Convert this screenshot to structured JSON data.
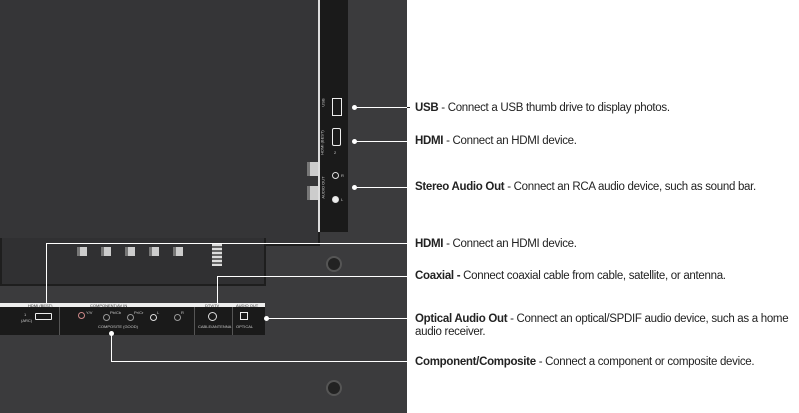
{
  "panel_side": {
    "usb": "USB",
    "hdmi": "HDMI (BEST)",
    "hdmi_num": "2",
    "audio": "AUDIO OUT",
    "r": "R",
    "l": "L"
  },
  "panel_bottom": {
    "hdmi": "HDMI (BEST)",
    "hdmi_num": "1",
    "hdmi_arc": "(ARC)",
    "component": "COMPONENT/AV IN",
    "yv": "Y/V",
    "pb": "Pb/Cb",
    "pr": "Pr/Cr",
    "l": "L",
    "r": "R",
    "composite": "COMPOSITE (GOOD)",
    "dtv": "DTV/TV",
    "cable": "CABLE/ANTENNA",
    "audio": "AUDIO OUT",
    "optical": "OPTICAL"
  },
  "callouts": [
    {
      "title": "USB",
      "desc": " - Connect a USB thumb drive to display photos."
    },
    {
      "title": "HDMI",
      "desc": " - Connect an HDMI device."
    },
    {
      "title": "Stereo Audio Out",
      "desc": " - Connect an RCA audio device, such as sound bar."
    },
    {
      "title": "HDMI",
      "desc": " - Connect an HDMI device."
    },
    {
      "title": "Coaxial - ",
      "desc": "Connect coaxial cable from cable, satellite, or antenna."
    },
    {
      "title": "Optical Audio Out",
      "desc": " - Connect an optical/SPDIF audio device, such as a home audio receiver."
    },
    {
      "title": "Component/Composite",
      "desc": " - Connect a component or composite device."
    }
  ]
}
